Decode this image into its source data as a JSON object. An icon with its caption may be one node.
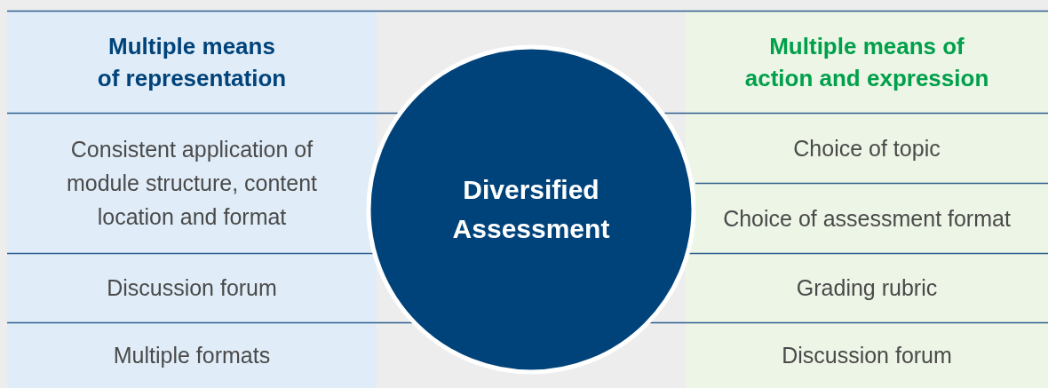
{
  "diagram": {
    "nodes": [
      {
        "text": [
          "Multiple means of representation"
        ]
      },
      {
        "text": [
          "Consistent application of module structure, content location and format"
        ],
        "in": 0
      },
      {
        "text": [
          "Discussion forum"
        ],
        "in": 0
      },
      {
        "text": [
          "Multiple formats"
        ],
        "in": 0
      },
      {
        "text": [
          "Diversified Assessment"
        ]
      },
      {
        "text": [
          "Multiple means of action and expression"
        ]
      },
      {
        "text": [
          "Choice of topic"
        ],
        "in": 5
      },
      {
        "text": [
          "Choice of assessment format"
        ],
        "in": 5
      },
      {
        "text": [
          "Grading rubric"
        ],
        "in": 5
      },
      {
        "text": [
          "Discussion forum"
        ],
        "in": 5
      }
    ]
  }
}
